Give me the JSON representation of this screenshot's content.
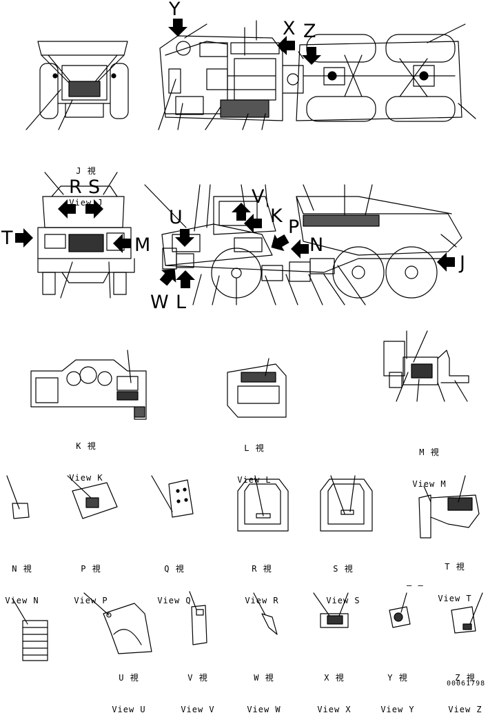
{
  "drawing_number": "00061798",
  "views": {
    "j": {
      "jp": "J 視",
      "en": "View J"
    },
    "k": {
      "jp": "K 視",
      "en": "View K"
    },
    "l": {
      "jp": "L 視",
      "en": "View L"
    },
    "m": {
      "jp": "M 視",
      "en": "View M"
    },
    "n": {
      "jp": "N 視",
      "en": "View N"
    },
    "p": {
      "jp": "P 視",
      "en": "View P"
    },
    "q": {
      "jp": "Q 視",
      "en": "View Q"
    },
    "r": {
      "jp": "R 視",
      "en": "View R"
    },
    "s": {
      "jp": "S 視",
      "en": "View S"
    },
    "t": {
      "jp": "T 視",
      "en": "View T"
    },
    "u": {
      "jp": "U 視",
      "en": "View U"
    },
    "v": {
      "jp": "V 視",
      "en": "View V"
    },
    "w": {
      "jp": "W 視",
      "en": "View W"
    },
    "x": {
      "jp": "X 視",
      "en": "View X"
    },
    "y": {
      "jp": "Y 視",
      "en": "View Y"
    },
    "z": {
      "jp": "Z 視",
      "en": "View Z"
    }
  },
  "arrow_letters": {
    "y": "Y",
    "x": "X",
    "z": "Z",
    "r": "R",
    "s": "S",
    "t": "T",
    "m": "M",
    "u": "U",
    "v": "V",
    "k": "K",
    "p": "P",
    "n": "N",
    "w": "W",
    "l": "L",
    "j": "J"
  },
  "marks": {
    "dash": "– –"
  }
}
